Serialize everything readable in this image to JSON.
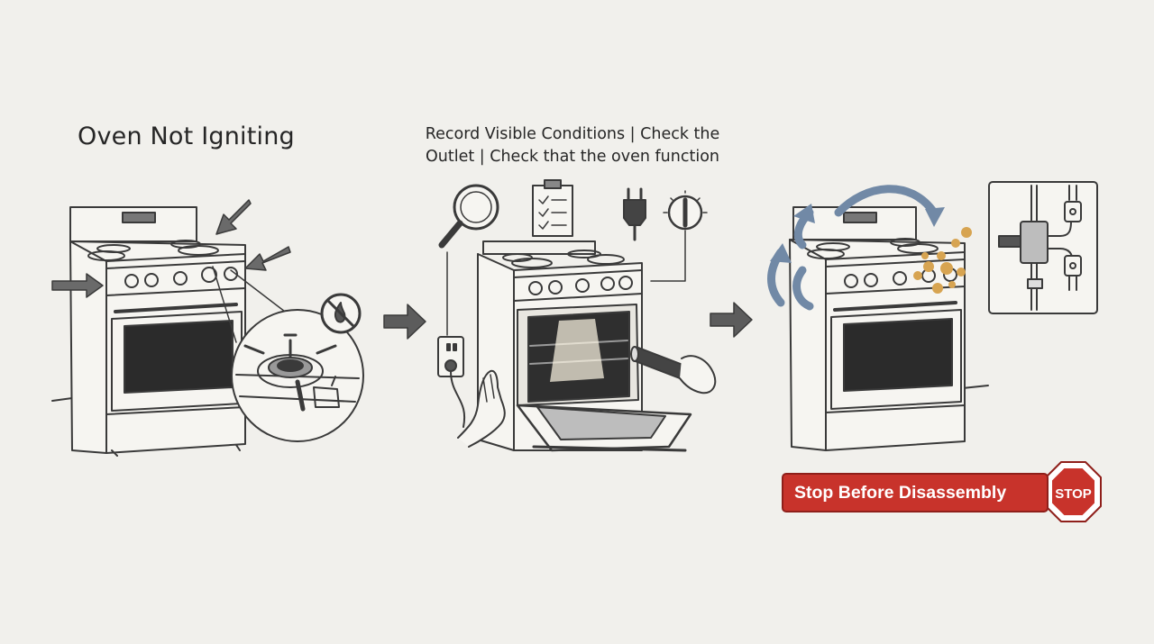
{
  "diagram": {
    "title": "Oven Not Igniting",
    "steps_line1": "Record Visible Conditions | Check the",
    "steps_line2": "Outlet  | Check that the oven function",
    "banner": "Stop Before Disassembly",
    "stop_sign": "STOP"
  },
  "colors": {
    "background": "#f1f0ec",
    "ink": "#3a3a3a",
    "banner_red": "#c8332b",
    "cycle_arrow_blue": "#7189a6",
    "spark_orange": "#d7a451"
  },
  "icons": [
    "arrow-pointer-icon",
    "no-flame-icon",
    "magnifier-icon",
    "clipboard-icon",
    "plug-icon",
    "dial-icon",
    "outlet-icon",
    "flashlight-icon",
    "gas-valve-icon",
    "stop-sign-icon"
  ]
}
